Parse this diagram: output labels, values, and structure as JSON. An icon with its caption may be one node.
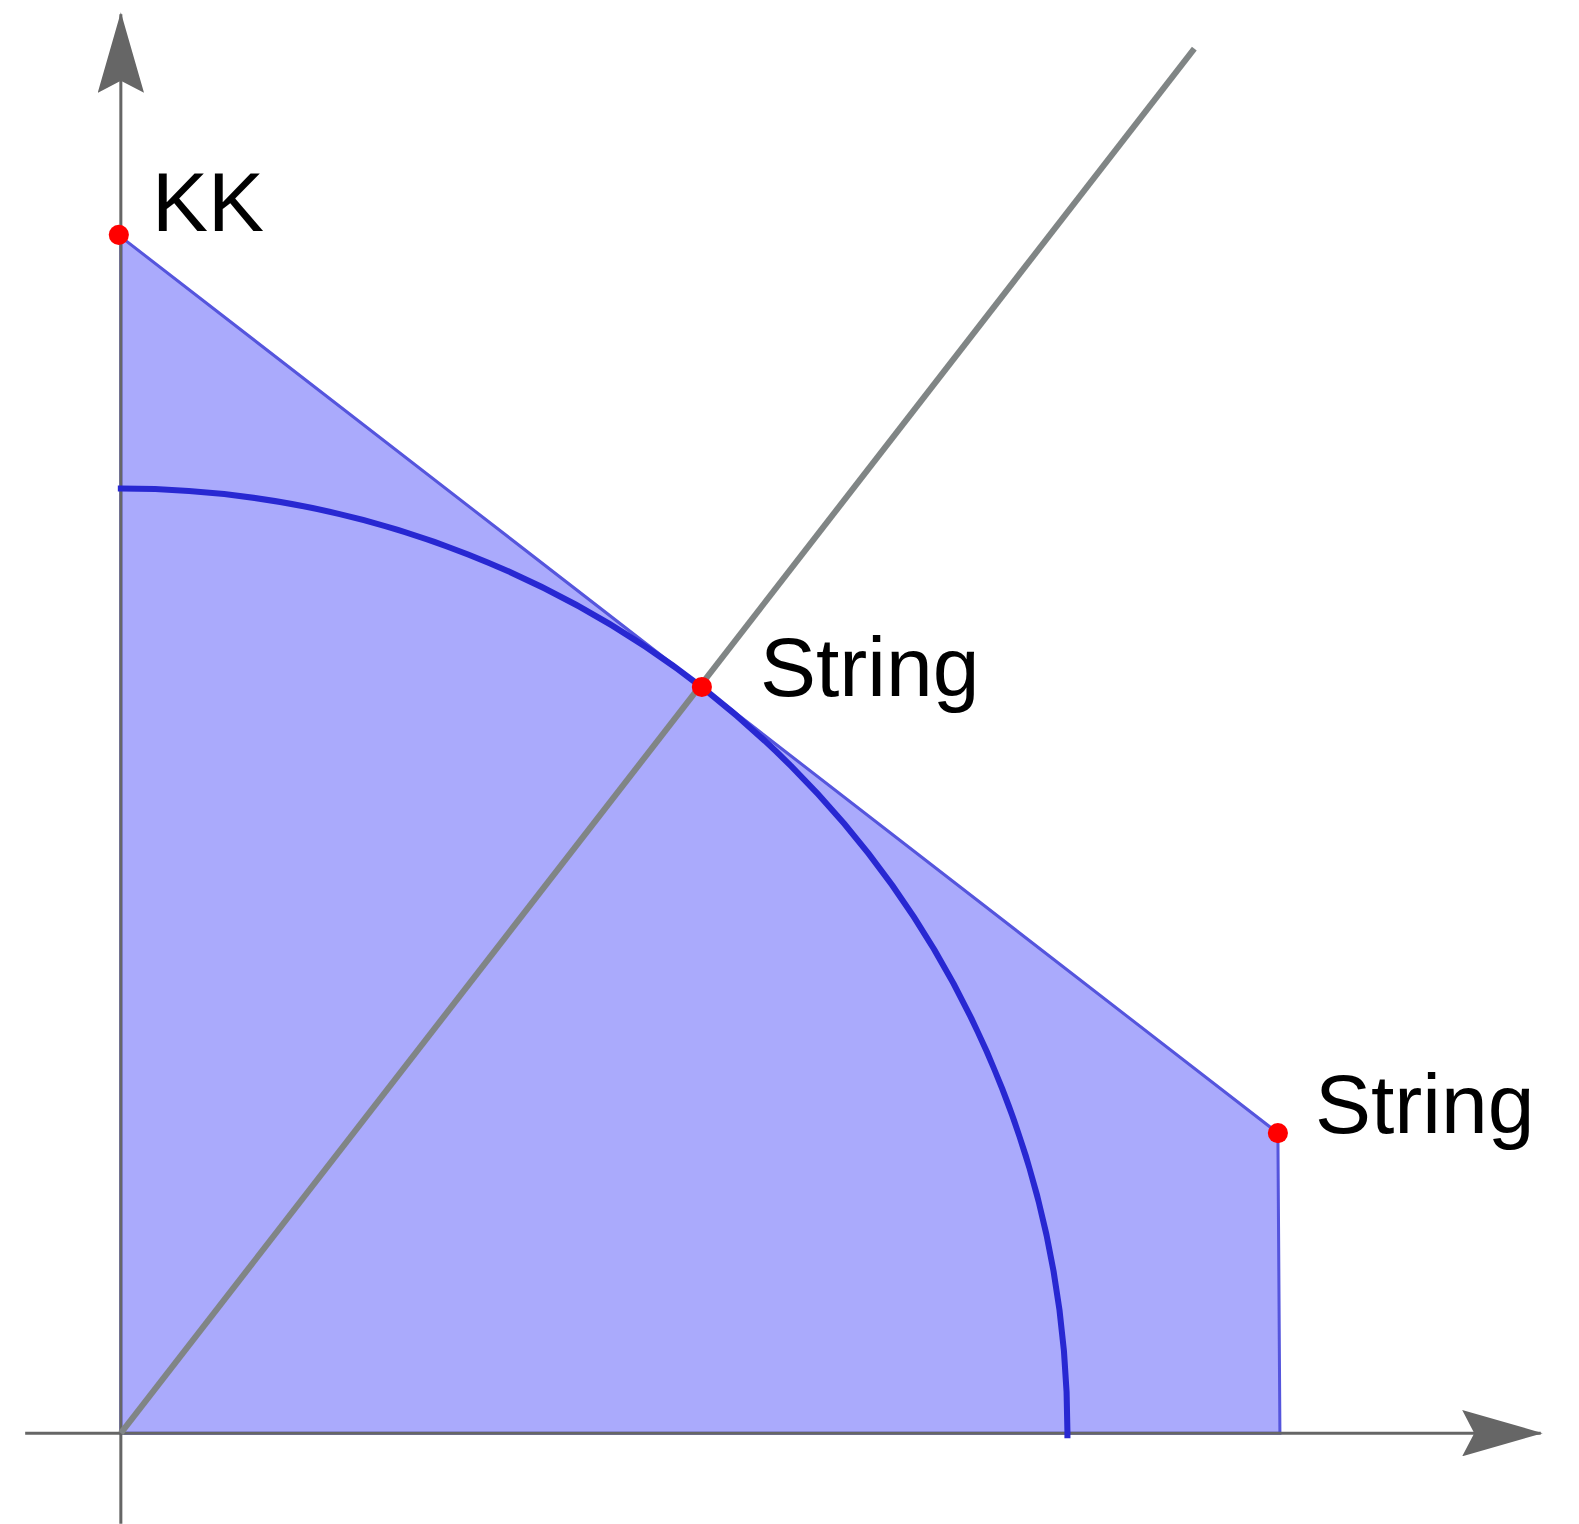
{
  "diagram": {
    "labels": [
      "KK",
      "String",
      "String"
    ]
  }
}
